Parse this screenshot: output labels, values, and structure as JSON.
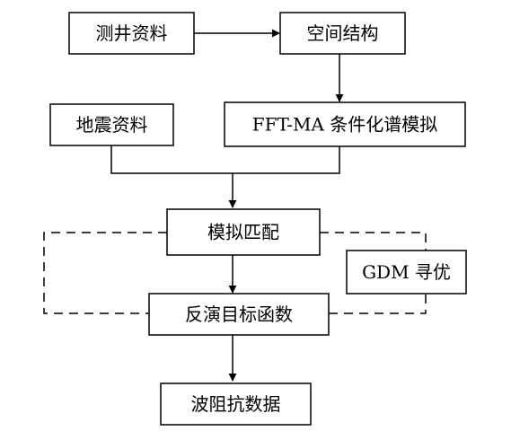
{
  "nodes": {
    "well_data": "测井资料",
    "spatial_structure": "空间结构",
    "seismic_data": "地震资料",
    "fft_ma": "FFT-MA 条件化谱模拟",
    "simulation_match": "模拟匹配",
    "gdm": "GDM 寻优",
    "objective_function": "反演目标函数",
    "impedance_data": "波阻抗数据"
  },
  "colors": {
    "line": "#000000",
    "box_fill": "#ffffff"
  }
}
